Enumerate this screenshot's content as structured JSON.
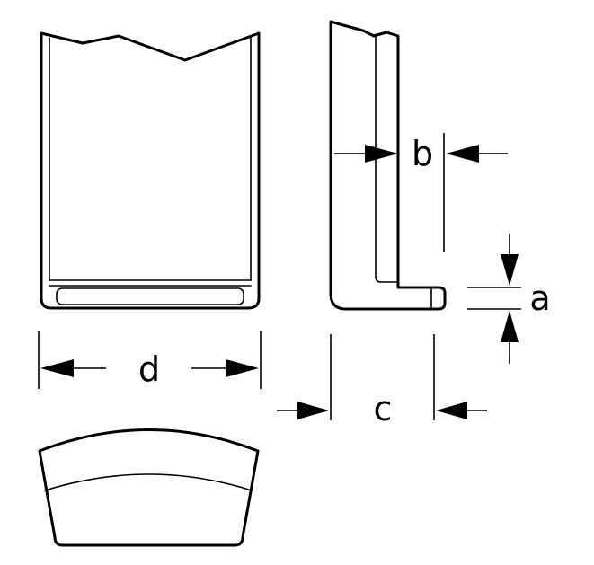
{
  "labels": {
    "a": "a",
    "b": "b",
    "c": "c",
    "d": "d"
  },
  "colors": {
    "line": "#000000",
    "background": "#ffffff"
  }
}
